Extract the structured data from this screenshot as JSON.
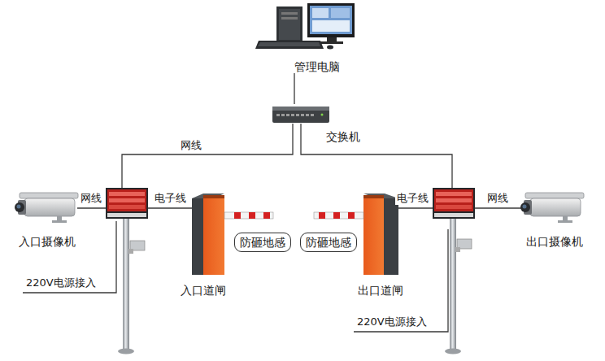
{
  "diagram": {
    "nodes": [
      {
        "text": [
          "管理电脑"
        ]
      },
      {
        "text": [
          "交换机"
        ]
      },
      {
        "text": [
          "入口摄像机"
        ]
      },
      {
        "text": [
          "防砸地感"
        ]
      },
      {
        "text": [
          "入口道闸"
        ]
      },
      {
        "text": [
          "防砸地感"
        ]
      },
      {
        "text": [
          "出口道闸"
        ]
      },
      {
        "text": [
          "出口摄像机"
        ]
      }
    ],
    "edges": [
      {
        "from": 0,
        "to": 1,
        "arrow": "none"
      }
    ],
    "labels": [
      "网线",
      "网线",
      "电子线",
      "220V电源接入",
      "电子线",
      "网线",
      "220V电源接入"
    ]
  }
}
